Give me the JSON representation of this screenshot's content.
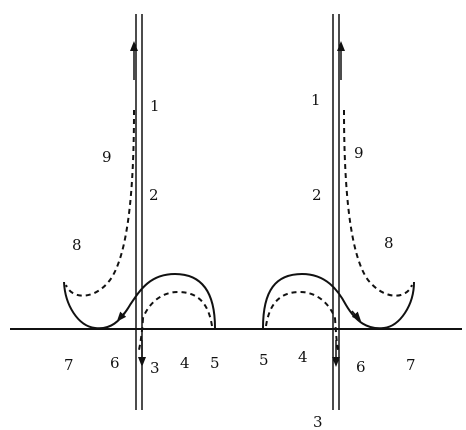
{
  "labels": {
    "left": {
      "l1": "1",
      "l2": "2",
      "l3": "3",
      "l4": "4",
      "l5": "5",
      "l6": "6",
      "l7": "7",
      "l8": "8",
      "l9": "9"
    },
    "right": {
      "r1": "1",
      "r2": "2",
      "r3": "3",
      "r4": "4",
      "r5": "5",
      "r6": "6",
      "r7": "7",
      "r8": "8",
      "r9": "9"
    }
  }
}
